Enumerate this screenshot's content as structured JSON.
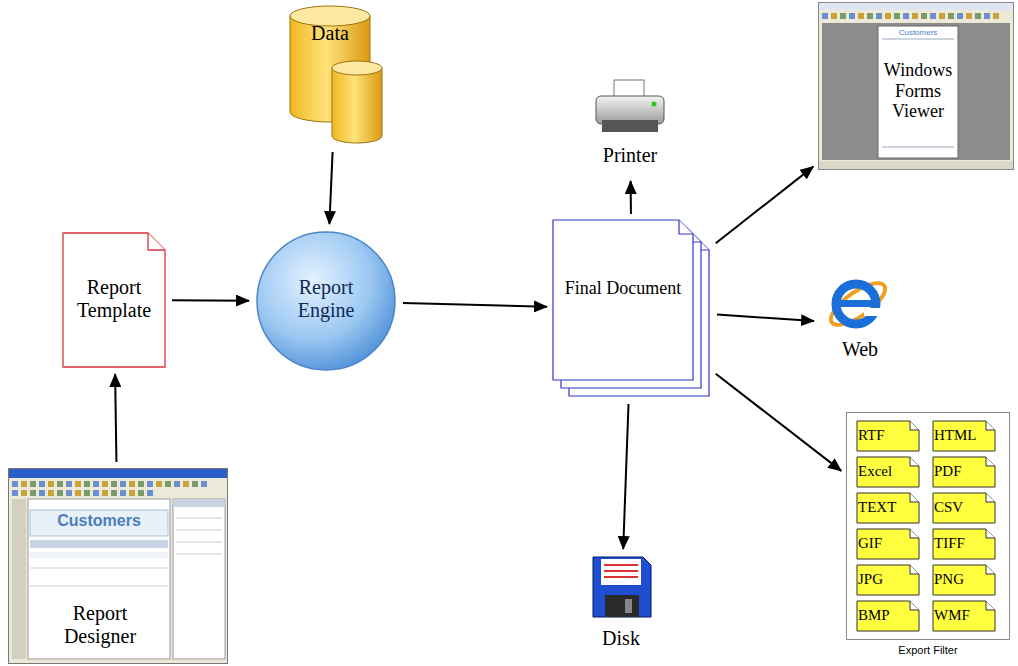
{
  "diagram": {
    "nodes": [
      {
        "text": [
          "Data"
        ]
      },
      {
        "text": [
          "Printer"
        ]
      },
      {
        "text": [
          "Customers",
          "Windows Forms Viewer"
        ]
      },
      {
        "text": [
          "Report Template"
        ]
      },
      {
        "text": [
          "Report Engine"
        ]
      },
      {
        "text": [
          "Final Document"
        ]
      },
      {
        "text": [
          "Web"
        ]
      },
      {
        "text": [
          "Customers",
          "Report Designer"
        ]
      },
      {
        "text": [
          "Disk"
        ]
      },
      {
        "text": [
          "Export Filter"
        ]
      },
      {
        "text": [
          "RTF"
        ],
        "in": 9
      },
      {
        "text": [
          "HTML"
        ],
        "in": 9
      },
      {
        "text": [
          "Excel"
        ],
        "in": 9
      },
      {
        "text": [
          "PDF"
        ],
        "in": 9
      },
      {
        "text": [
          "TEXT"
        ],
        "in": 9
      },
      {
        "text": [
          "CSV"
        ],
        "in": 9
      },
      {
        "text": [
          "GIF"
        ],
        "in": 9
      },
      {
        "text": [
          "TIFF"
        ],
        "in": 9
      },
      {
        "text": [
          "JPG"
        ],
        "in": 9
      },
      {
        "text": [
          "PNG"
        ],
        "in": 9
      },
      {
        "text": [
          "BMP"
        ],
        "in": 9
      },
      {
        "text": [
          "WMF"
        ],
        "in": 9
      }
    ],
    "edges": [
      {
        "from": 0,
        "to": 4,
        "arrow": "to"
      },
      {
        "from": 3,
        "to": 4,
        "arrow": "to"
      },
      {
        "from": 7,
        "to": 3,
        "arrow": "to"
      },
      {
        "from": 4,
        "to": 5,
        "arrow": "to"
      },
      {
        "from": 5,
        "to": 1,
        "arrow": "to"
      },
      {
        "from": 5,
        "to": 2,
        "arrow": "to"
      },
      {
        "from": 5,
        "to": 6,
        "arrow": "to"
      },
      {
        "from": 5,
        "to": 8,
        "arrow": "to"
      },
      {
        "from": 5,
        "to": 9,
        "arrow": "to"
      }
    ]
  }
}
